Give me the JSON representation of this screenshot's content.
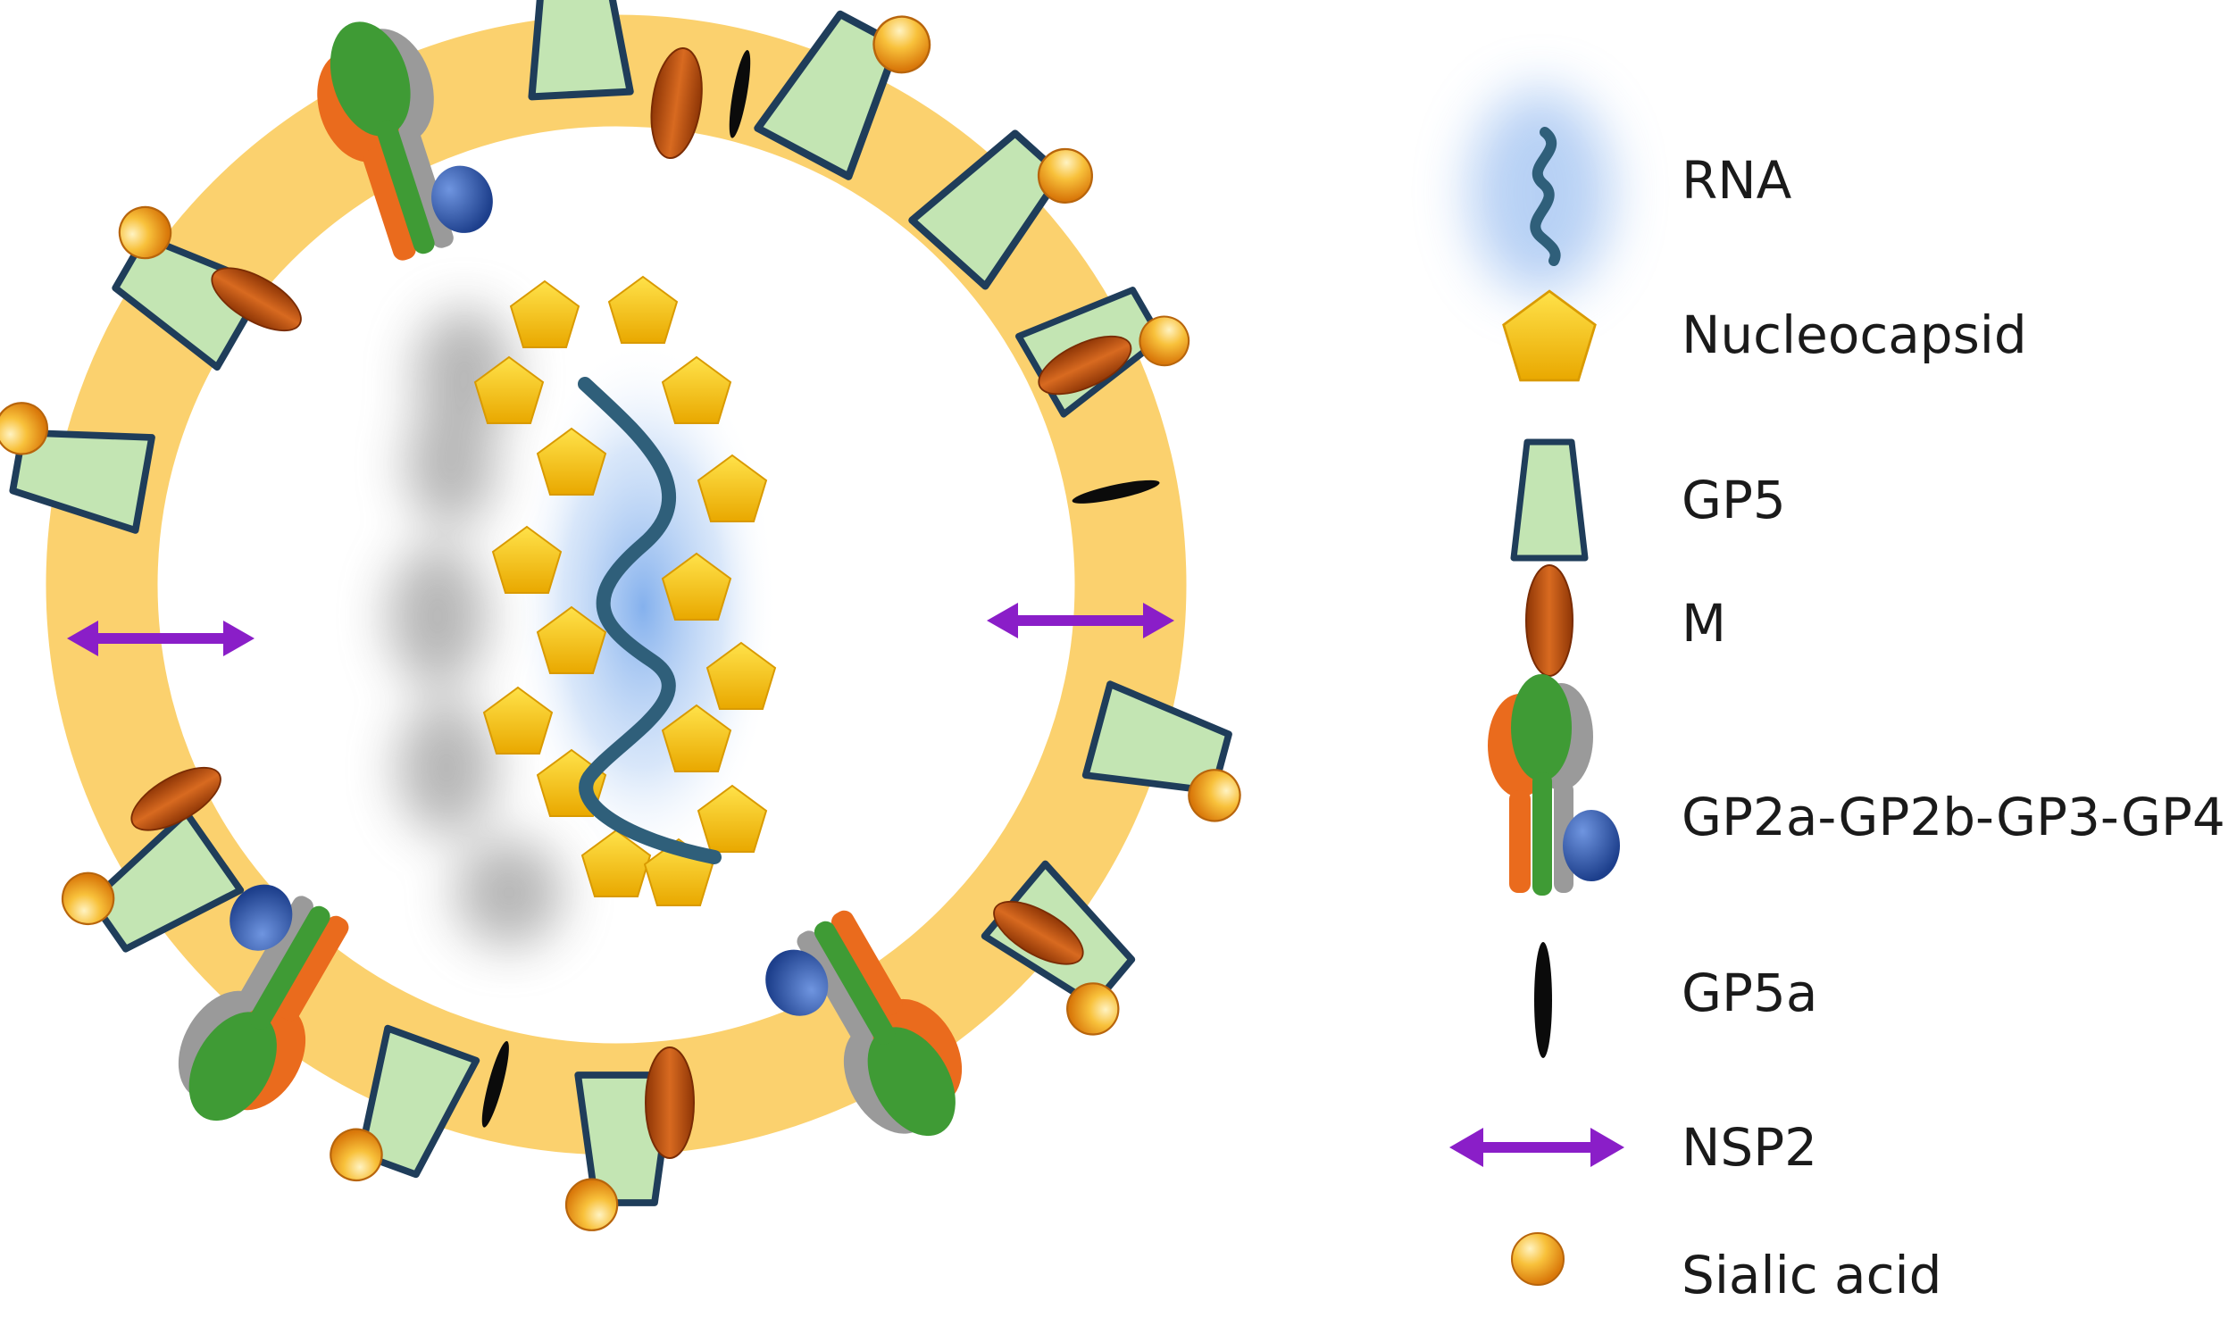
{
  "legend": {
    "items": [
      {
        "key": "rna",
        "label": "RNA"
      },
      {
        "key": "nucleocapsid",
        "label": "Nucleocapsid"
      },
      {
        "key": "gp5",
        "label": "GP5"
      },
      {
        "key": "m",
        "label": "M"
      },
      {
        "key": "gp_complex",
        "label": "GP2a-GP2b-GP3-GP4"
      },
      {
        "key": "gp5a",
        "label": "GP5a"
      },
      {
        "key": "nsp2",
        "label": "NSP2"
      },
      {
        "key": "sialic_acid",
        "label": "Sialic acid"
      }
    ]
  },
  "colors": {
    "envelope": "#fbd16e",
    "gp5_fill": "#c3e5b3",
    "gp5_stroke": "#1f3d5a",
    "sialic_acid": "#f4a41c",
    "m_protein": "#b84c0d",
    "nucleocapsid": "#f7c200",
    "rna": "#2f5f7a",
    "rna_glow": "#7fb0ea",
    "gp_green": "#3f9b35",
    "gp_orange": "#ea6b1d",
    "gp_gray": "#9a9a9a",
    "gp_blue": "#2b5cb4",
    "gp5a": "#0b0b0b",
    "nsp2": "#8a1ec8"
  }
}
